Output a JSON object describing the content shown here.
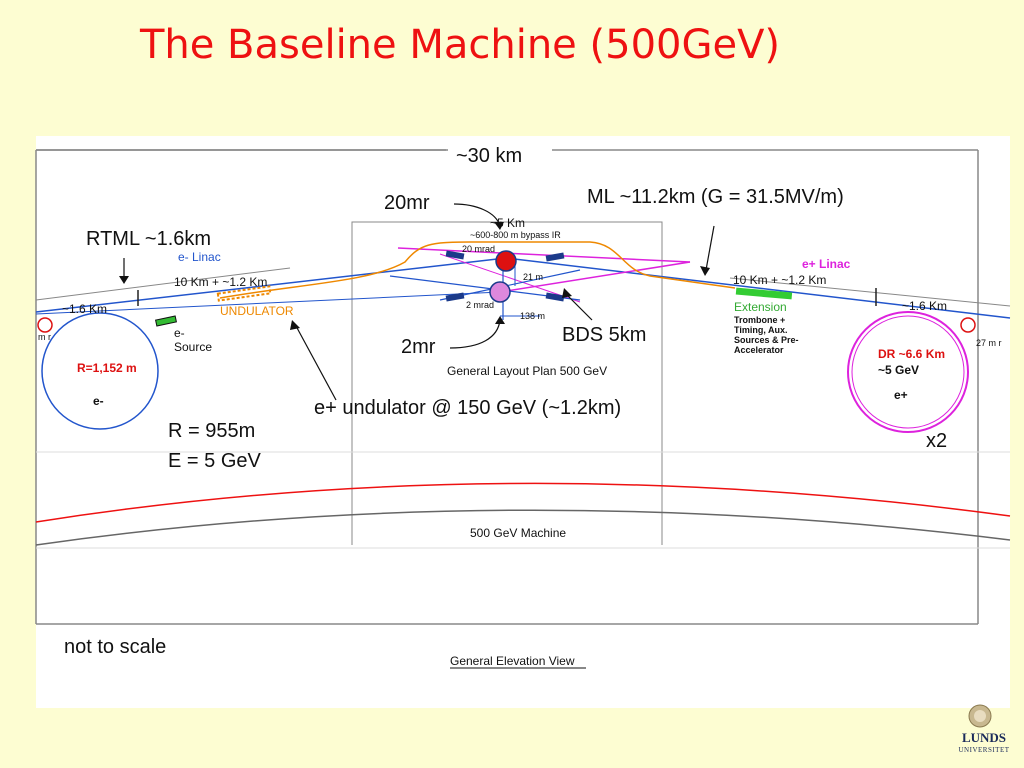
{
  "title": "The Baseline Machine (500GeV)",
  "colors": {
    "title": "#ee1111",
    "electron_line": "#2255cc",
    "positron_line": "#dd22dd",
    "undulator": "#ee8800",
    "extension": "#33cc33",
    "background": "#fdfdd2"
  },
  "annotations": {
    "length": "~30 km",
    "crossing_20mr": "20mr",
    "main_linac": "ML ~11.2km (G = 31.5MV/m)",
    "rtml": "RTML ~1.6km",
    "bds": "BDS 5km",
    "crossing_2mr": "2mr",
    "undulator_note": "e+ undulator @ 150 GeV (~1.2km)",
    "dr_radius": "R = 955m",
    "dr_energy": "E = 5 GeV",
    "dr_count": "x2",
    "scale_note": "not to scale"
  },
  "layout_labels": {
    "e_linac": "e- Linac",
    "e_linac_length": "10 Km + ~1.2 Km",
    "rtml_left": "~1.6 Km",
    "undulator": "UNDULATOR",
    "e_source": "e-\nSource",
    "left_ring_radius": "R=1,152 m",
    "left_ring_particle": "e-",
    "ir_length": "~5 Km",
    "ir_bypass": "~600-800 m bypass IR",
    "ir_20mrad": "20 mrad",
    "ir_2mrad": "2 mrad",
    "ir_21m": "21 m",
    "ir_138m": "138 m",
    "plan_title": "General Layout Plan 500 GeV",
    "p_linac": "e+ Linac",
    "p_linac_length": "10 Km + ~1.2 Km",
    "extension": "Extension",
    "extension_detail": "Trombone +\nTiming, Aux.\nSources & Pre-\nAccelerator",
    "rtml_right": "~1.6 Km",
    "right_ring_radius": "DR ~6.6 Km",
    "right_ring_energy": "~5 GeV",
    "right_ring_particle": "e+",
    "left_mr": "m r",
    "right_mr": "27 m r",
    "machine_label": "500 GeV Machine",
    "elevation_title": "General Elevation View"
  },
  "logo": {
    "name": "LUNDS",
    "subtitle": "UNIVERSITET"
  }
}
